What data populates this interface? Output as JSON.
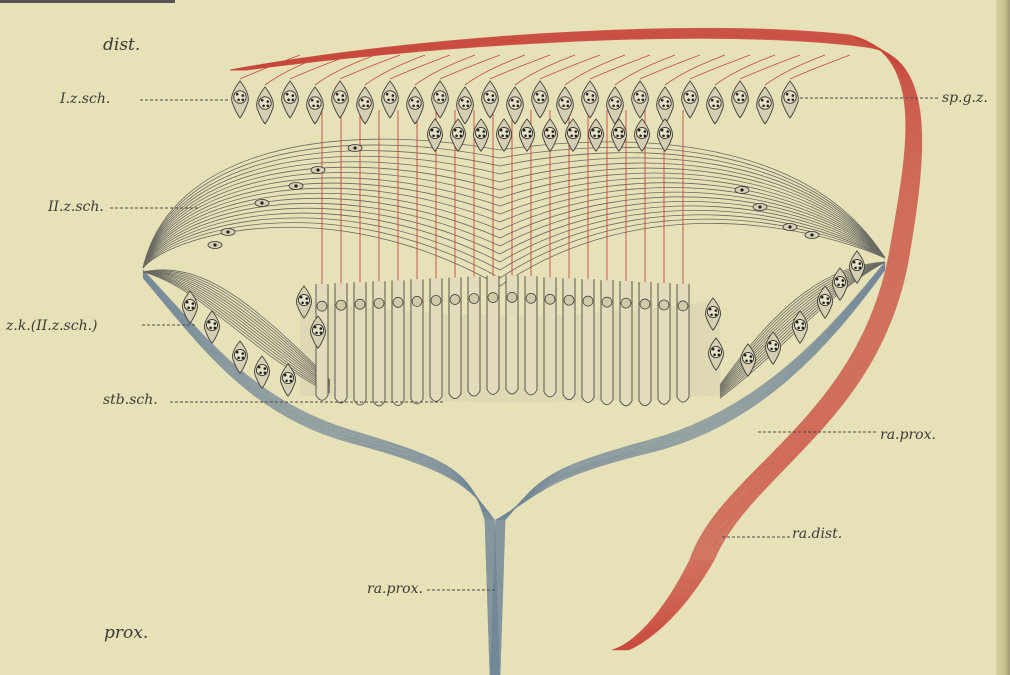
{
  "labels": {
    "dist": "dist.",
    "prox": "prox.",
    "i_z_sch": "I.z.sch.",
    "ii_z_sch": "II.z.sch.",
    "z_k": "z.k.(II.z.sch.)",
    "stb_sch": "stb.sch.",
    "sp_g_z": "sp.g.z.",
    "ra_prox_right": "ra.prox.",
    "ra_dist": "ra.dist.",
    "ra_prox_center": "ra.prox."
  },
  "colors": {
    "paper": "#e7e1b8",
    "red_fibers": "#c8483e",
    "red_fill": "#e39a85",
    "blue_fibers": "#6f8596",
    "ink": "#3a3a36",
    "cell_fill": "#d4cfb2"
  }
}
